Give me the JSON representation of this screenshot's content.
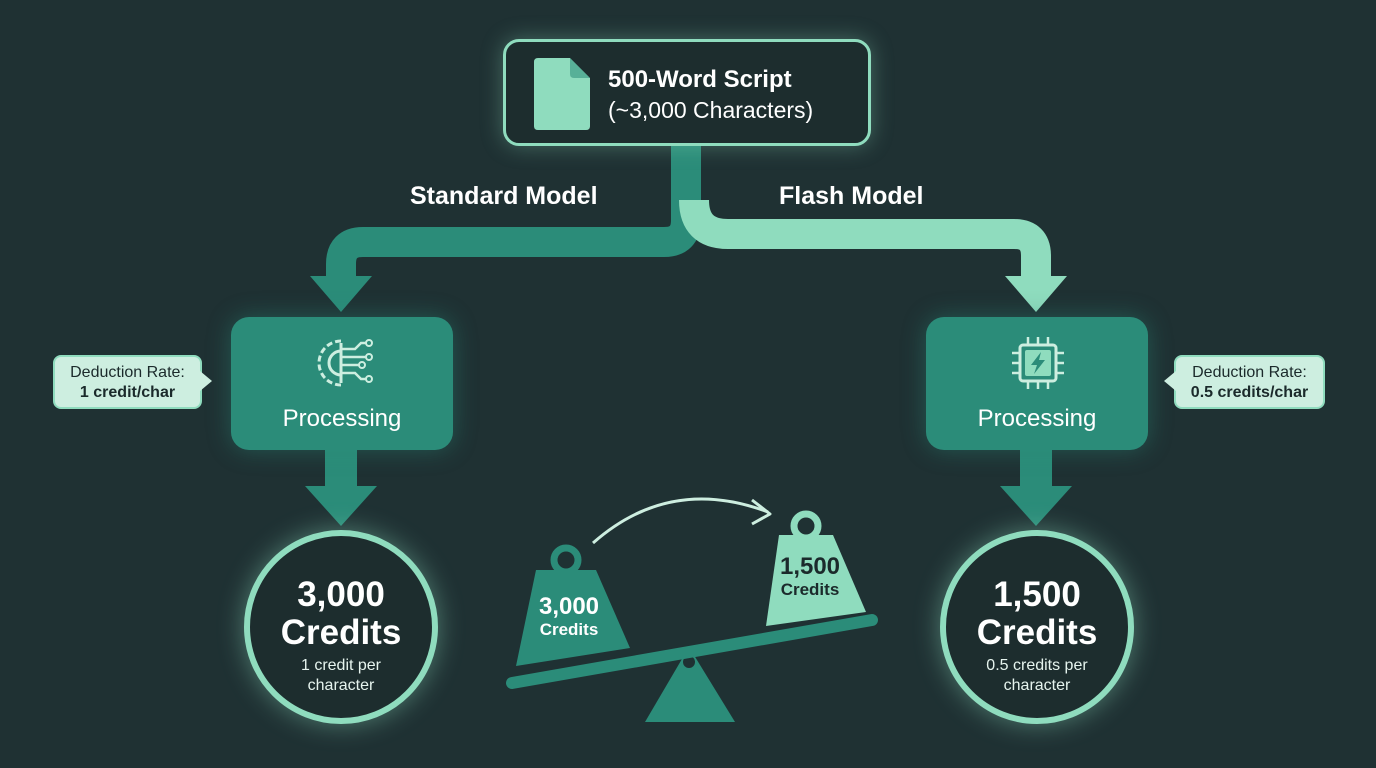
{
  "colors": {
    "background": "#1f3133",
    "standard_teal": "#2b8c79",
    "flash_mint": "#8fdcbe",
    "text_light": "#ffffff",
    "rate_box_bg": "#cdeee0"
  },
  "source": {
    "icon": "document-icon",
    "title": "500-Word Script",
    "subtitle": "(~3,000 Characters)"
  },
  "branches": {
    "standard": {
      "label": "Standard Model",
      "processing_label": "Processing",
      "processing_icon": "gear-circuit-icon",
      "rate_title": "Deduction Rate:",
      "rate_value": "1 credit/char",
      "result_value": "3,000",
      "result_unit": "Credits",
      "result_note_line1": "1 credit per",
      "result_note_line2": "character"
    },
    "flash": {
      "label": "Flash Model",
      "processing_label": "Processing",
      "processing_icon": "lightning-chip-icon",
      "rate_title": "Deduction Rate:",
      "rate_value": "0.5 credits/char",
      "result_value": "1,500",
      "result_unit": "Credits",
      "result_note_line1": "0.5 credits per",
      "result_note_line2": "character"
    }
  },
  "scale": {
    "icon": "seesaw-scale-icon",
    "heavy_value": "3,000",
    "heavy_unit": "Credits",
    "light_value": "1,500",
    "light_unit": "Credits"
  }
}
